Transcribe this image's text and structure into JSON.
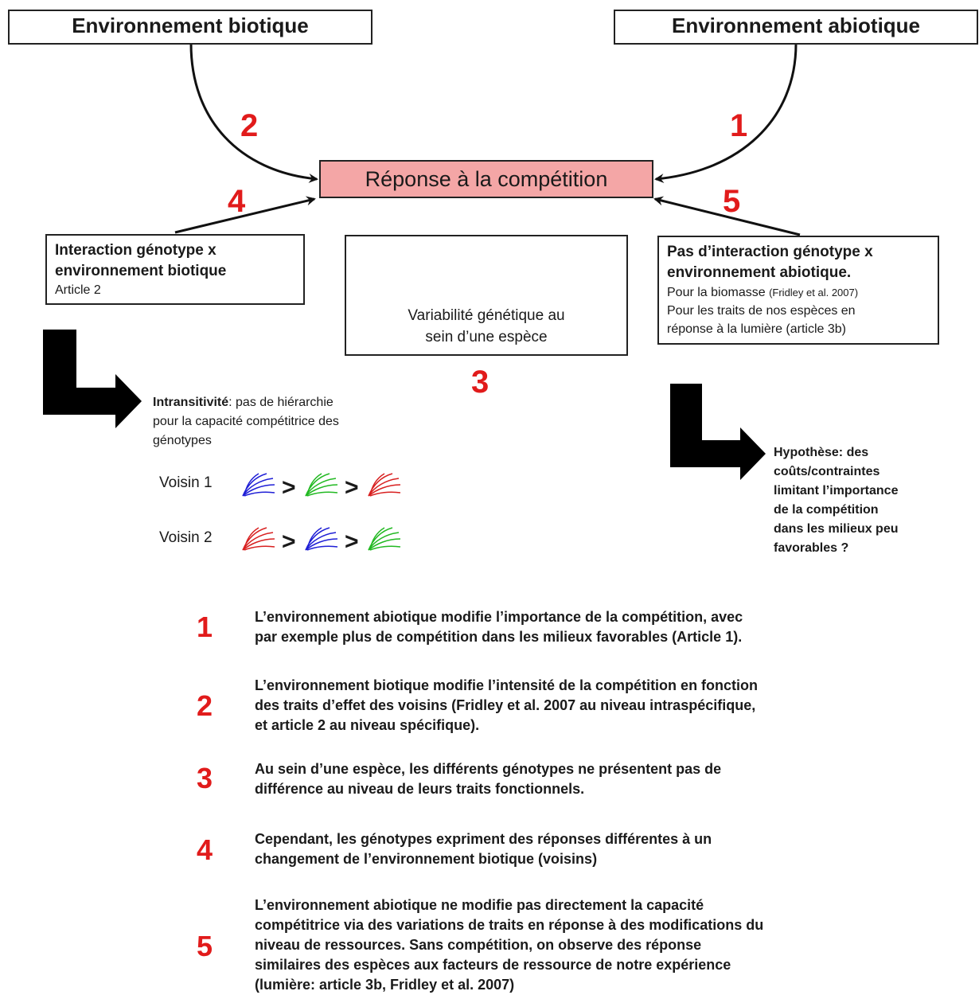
{
  "top_boxes": {
    "biotic": "Environnement biotique",
    "abiotic": "Environnement abiotique"
  },
  "center": {
    "label": "Réponse à la compétition"
  },
  "numbers": {
    "n1": "1",
    "n2": "2",
    "n3": "3",
    "n4": "4",
    "n5": "5"
  },
  "left_box": {
    "line1": "Interaction génotype x",
    "line2": "environnement biotique",
    "line3": "Article 2"
  },
  "middle_box": {
    "line1": "Variabilité génétique au",
    "line2": "sein d’une espèce"
  },
  "right_box": {
    "line1": "Pas d’interaction génotype x",
    "line2": "environnement abiotique.",
    "line3_main": "Pour la biomasse",
    "line3_ref": "(Fridley et al. 2007)",
    "line4": "Pour les traits de nos espèces en",
    "line5": "réponse à la lumière (article 3b)"
  },
  "intransitivity": {
    "bold": "Intransitivité",
    "rest1": ": pas de hiérarchie",
    "line2": "pour la capacité compétitrice des",
    "line3": "génotypes"
  },
  "neighbours": {
    "n1_label": "Voisin 1",
    "n2_label": "Voisin 2",
    "gt": ">",
    "n1_order": [
      "blue",
      "green",
      "red"
    ],
    "n2_order": [
      "red",
      "blue",
      "green"
    ]
  },
  "hypothesis": {
    "line1": "Hypothèse: des",
    "line2": "coûts/contraintes",
    "line3": "limitant l’importance",
    "line4": "de la compétition",
    "line5": "dans les milieux peu",
    "line6": "favorables ?"
  },
  "colors": {
    "blue": "#1f1fd6",
    "green": "#22b922",
    "red": "#d82020",
    "number_red": "#e11b1b",
    "center_fill": "#f4a6a6"
  },
  "legend": [
    {
      "num": "1",
      "lines": [
        "L’environnement abiotique modifie l’importance de la compétition, avec",
        "par exemple plus de compétition dans les milieux favorables (Article 1)."
      ]
    },
    {
      "num": "2",
      "lines": [
        "L’environnement  biotique modifie l’intensité de la compétition en fonction",
        "des traits d’effet des voisins (Fridley et al. 2007 au niveau intraspécifique,",
        "et article 2 au niveau spécifique)."
      ]
    },
    {
      "num": "3",
      "lines": [
        "Au sein d’une espèce, les différents génotypes ne présentent pas de",
        "différence au niveau de leurs traits fonctionnels."
      ]
    },
    {
      "num": "4",
      "lines": [
        "Cependant, les génotypes expriment  des réponses différentes à un",
        "changement de l’environnement biotique (voisins)"
      ]
    },
    {
      "num": "5",
      "lines": [
        "L’environnement abiotique ne modifie pas  directement la capacité",
        "compétitrice via des variations de traits en réponse à des modifications du",
        "niveau de ressources. Sans compétition, on observe des réponse",
        "similaires des espèces aux facteurs de ressource de notre expérience",
        "(lumière: article 3b, Fridley et al. 2007)"
      ]
    }
  ]
}
